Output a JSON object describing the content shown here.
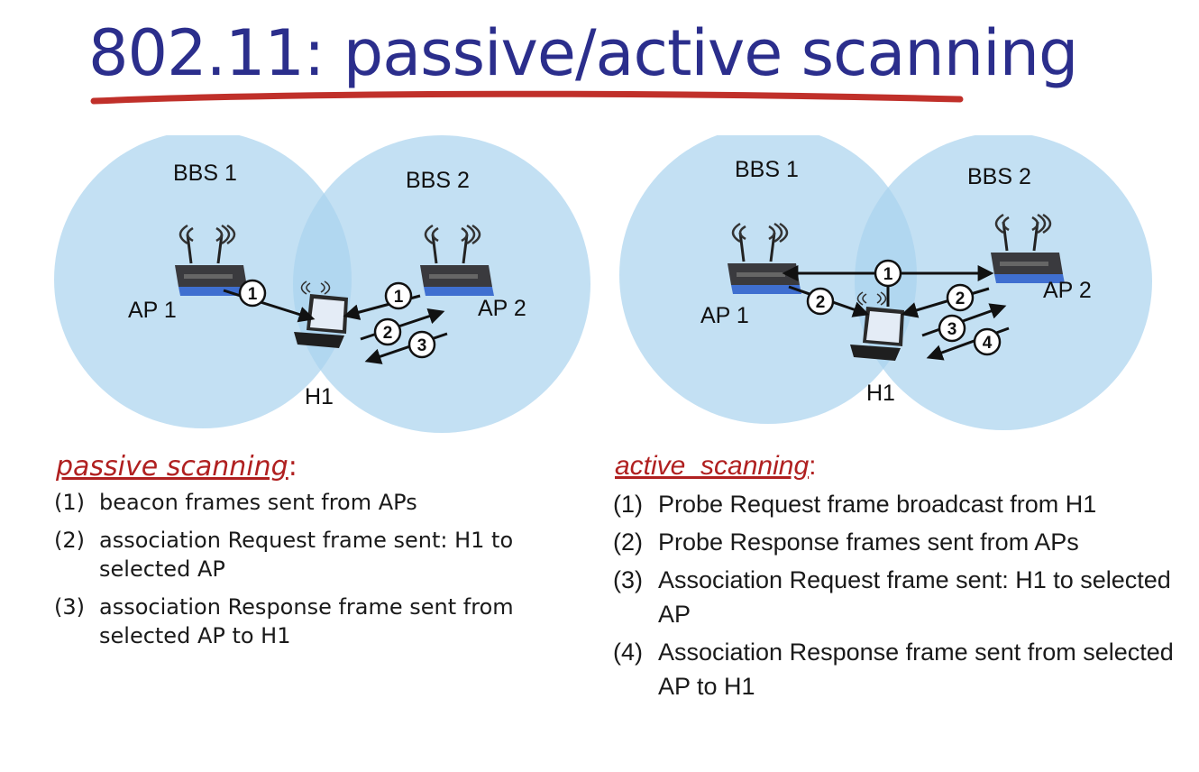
{
  "title": "802.11: passive/active scanning",
  "passive_diagram": {
    "bbs1_label": "BBS 1",
    "bbs2_label": "BBS 2",
    "ap1_label": "AP 1",
    "ap2_label": "AP 2",
    "host_label": "H1",
    "steps": [
      "1",
      "1",
      "2",
      "3"
    ]
  },
  "active_diagram": {
    "bbs1_label": "BBS 1",
    "bbs2_label": "BBS 2",
    "ap1_label": "AP 1",
    "ap2_label": "AP 2",
    "host_label": "H1",
    "steps": [
      "1",
      "2",
      "2",
      "3",
      "4"
    ]
  },
  "passive": {
    "heading": "passive scanning",
    "items": [
      {
        "marker": "(1)",
        "text": "beacon frames sent from APs"
      },
      {
        "marker": "(2)",
        "text": "association Request frame sent: H1 to selected AP"
      },
      {
        "marker": "(3)",
        "text": "association Response frame sent from selected AP to H1"
      }
    ]
  },
  "active": {
    "heading": "active  scanning",
    "items": [
      {
        "marker": "(1)",
        "text": "Probe Request frame broadcast from H1"
      },
      {
        "marker": "(2)",
        "text": "Probe Response frames sent from APs"
      },
      {
        "marker": "(3)",
        "text": "Association Request frame sent: H1 to selected AP"
      },
      {
        "marker": "(4)",
        "text": "Association Response frame sent from selected AP to H1"
      }
    ]
  },
  "colors": {
    "title": "#2b2e8c",
    "underline": "#c0302a",
    "heading": "#b02020",
    "bss_fill": "#a9d3ee",
    "router_body": "#3f6fd0"
  }
}
